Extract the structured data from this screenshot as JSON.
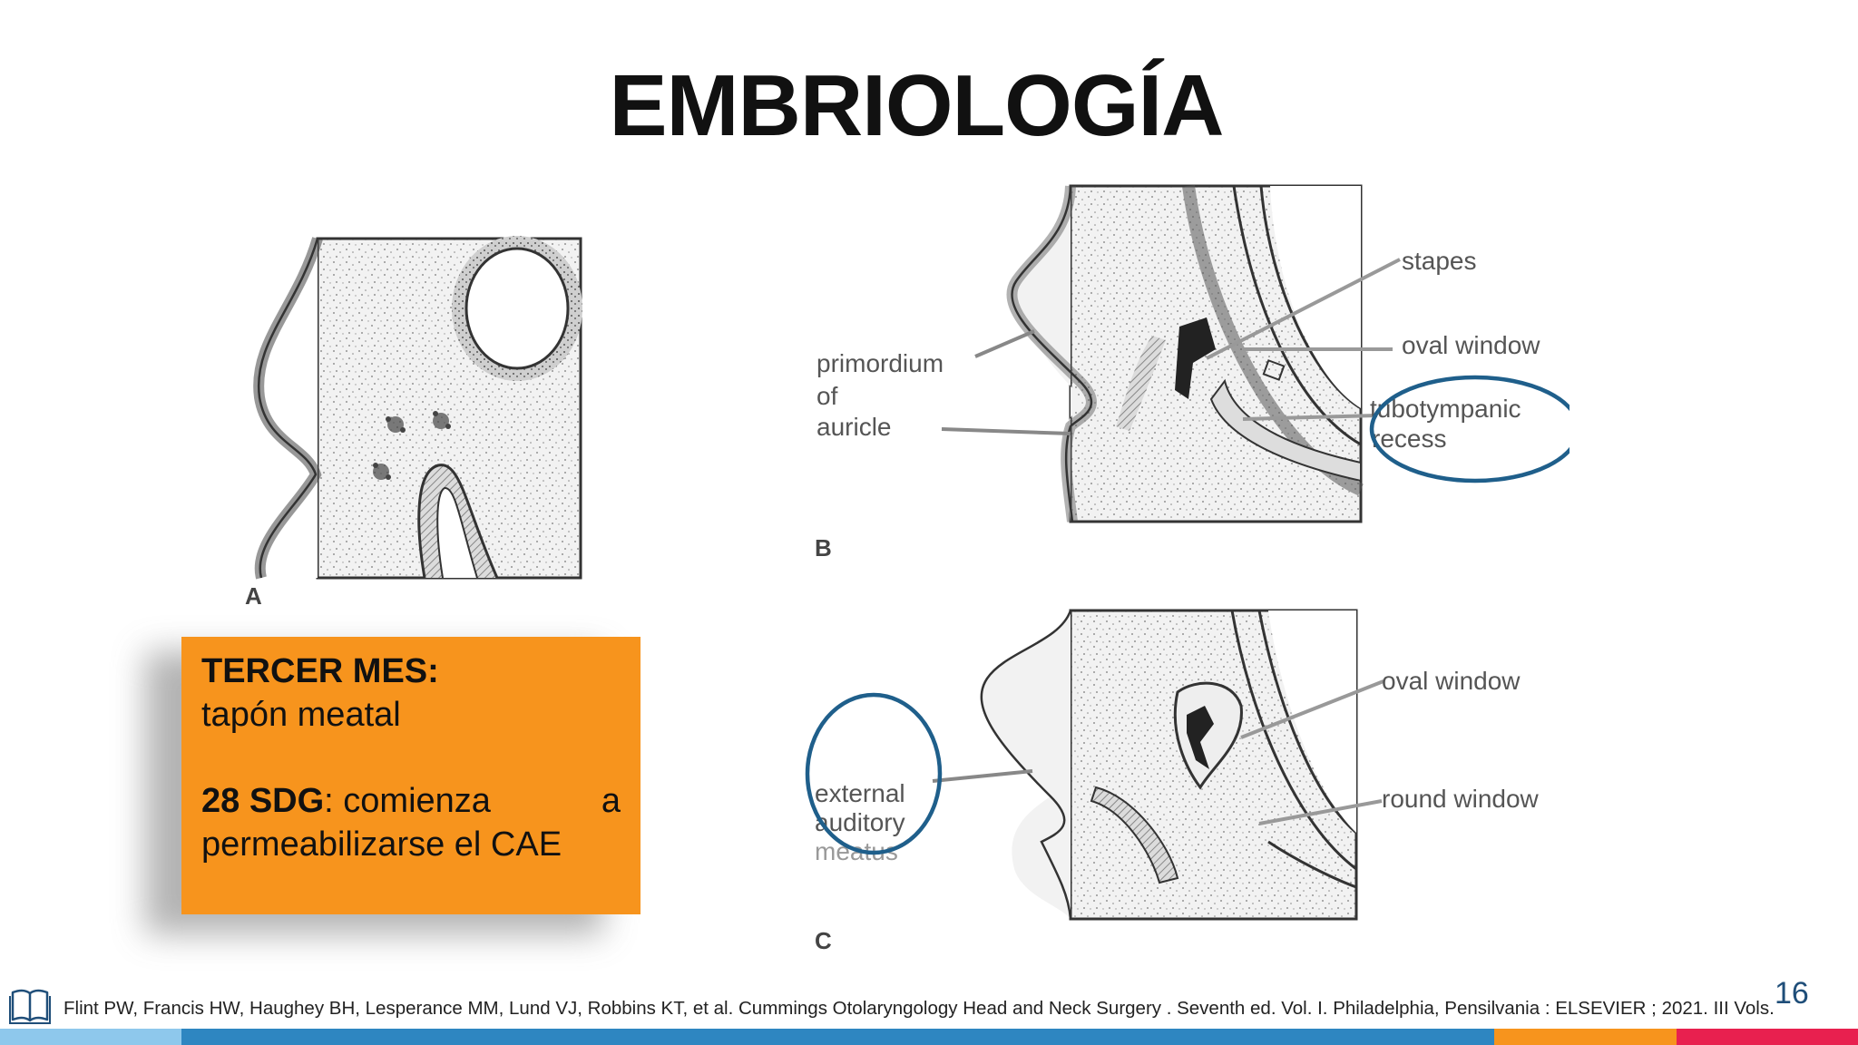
{
  "slide": {
    "title": "EMBRIOLOGÍA",
    "page_number": "16"
  },
  "figures": {
    "a": {
      "letter": "A"
    },
    "b": {
      "letter": "B",
      "labels": {
        "primordium_1": "primordium",
        "primordium_2": "of",
        "primordium_3": "auricle",
        "stapes": "stapes",
        "oval_window": "oval window",
        "tubotympanic_1": "tubotympanic",
        "tubotympanic_2": "recess"
      }
    },
    "c": {
      "letter": "C",
      "labels": {
        "eam_1": "external",
        "eam_2": "auditory",
        "eam_3": "meatus",
        "oval_window": "oval window",
        "round_window": "round window"
      }
    }
  },
  "note": {
    "heading": "TERCER MES:",
    "line1": "tapón meatal",
    "sdg_bold": "28 SDG",
    "sdg_words": [
      ": comienza",
      "a"
    ],
    "line3": "permeabilizarse el CAE"
  },
  "footer": {
    "icon": "book-icon",
    "citation": "Flint PW, Francis HW, Haughey BH, Lesperance MM, Lund VJ, Robbins KT, et al. Cummings Otolaryngology Head and Neck Surgery . Seventh ed. Vol. I. Philadelphia,  Pensilvania  : ELSEVIER ; 2021. III Vols."
  },
  "colors": {
    "note_background": "#f7941d",
    "highlight_circle": "#1f5f8b",
    "bar_light_blue": "#8ec8ec",
    "bar_blue": "#2e86c1",
    "bar_orange": "#f7941d",
    "bar_pink": "#e8204f"
  }
}
